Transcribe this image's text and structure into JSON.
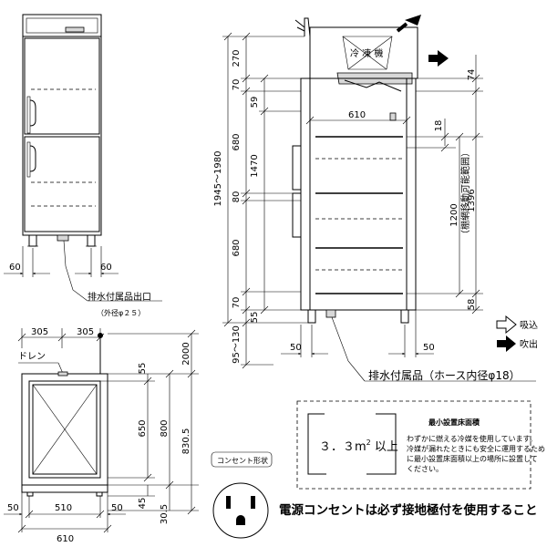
{
  "front_view": {
    "dim_left_60": "60",
    "dim_right_60": "60",
    "drain_label": "排水付属品出口",
    "drain_sub": "（外径φ２５）"
  },
  "side_view": {
    "condenser_label": "冷 凍 機",
    "dim_270": "270",
    "dim_70_top": "70",
    "dim_59": "59",
    "dim_610": "610",
    "dim_1945": "1945～1980",
    "dim_680_top": "680",
    "dim_1470": "1470",
    "dim_80": "80",
    "dim_680_bottom": "680",
    "dim_70_bottom": "70",
    "dim_55": "55",
    "dim_95_130": "95～130",
    "dim_74": "74",
    "dim_18": "18",
    "dim_1396": "1396",
    "shelf_range": "（棚網移動可能範囲）",
    "dim_1200": "1200",
    "dim_58": "58",
    "dim_50_left": "50",
    "dim_50_right": "50",
    "drain_label": "排水付属品（ホース内径φ18）"
  },
  "legend": {
    "intake": "吸込",
    "exhaust": "吹出"
  },
  "top_view": {
    "dim_305_left": "305",
    "dim_305_right": "305",
    "drain_label": "ドレン",
    "dim_55": "55",
    "dim_2000": "2000",
    "dim_650": "650",
    "dim_800": "800",
    "dim_830_5": "830.5",
    "dim_45": "45",
    "dim_30_5": "30.5",
    "dim_50_left": "50",
    "dim_510": "510",
    "dim_50_right": "50",
    "dim_610": "610"
  },
  "outlet": {
    "label": "コンセント形状"
  },
  "install_area": {
    "title": "最小設置床面積",
    "area": "３．３m",
    "area_sup": "2",
    "area_suffix": "以上",
    "note_lines": [
      "わずかに燃える冷媒を使用しています。",
      "冷媒が漏れたときにも安全に運用するため",
      "に最小設置床面積以上の場所に設置して",
      "ください。"
    ]
  },
  "notice": "電源コンセントは必ず接地極付を使用すること"
}
